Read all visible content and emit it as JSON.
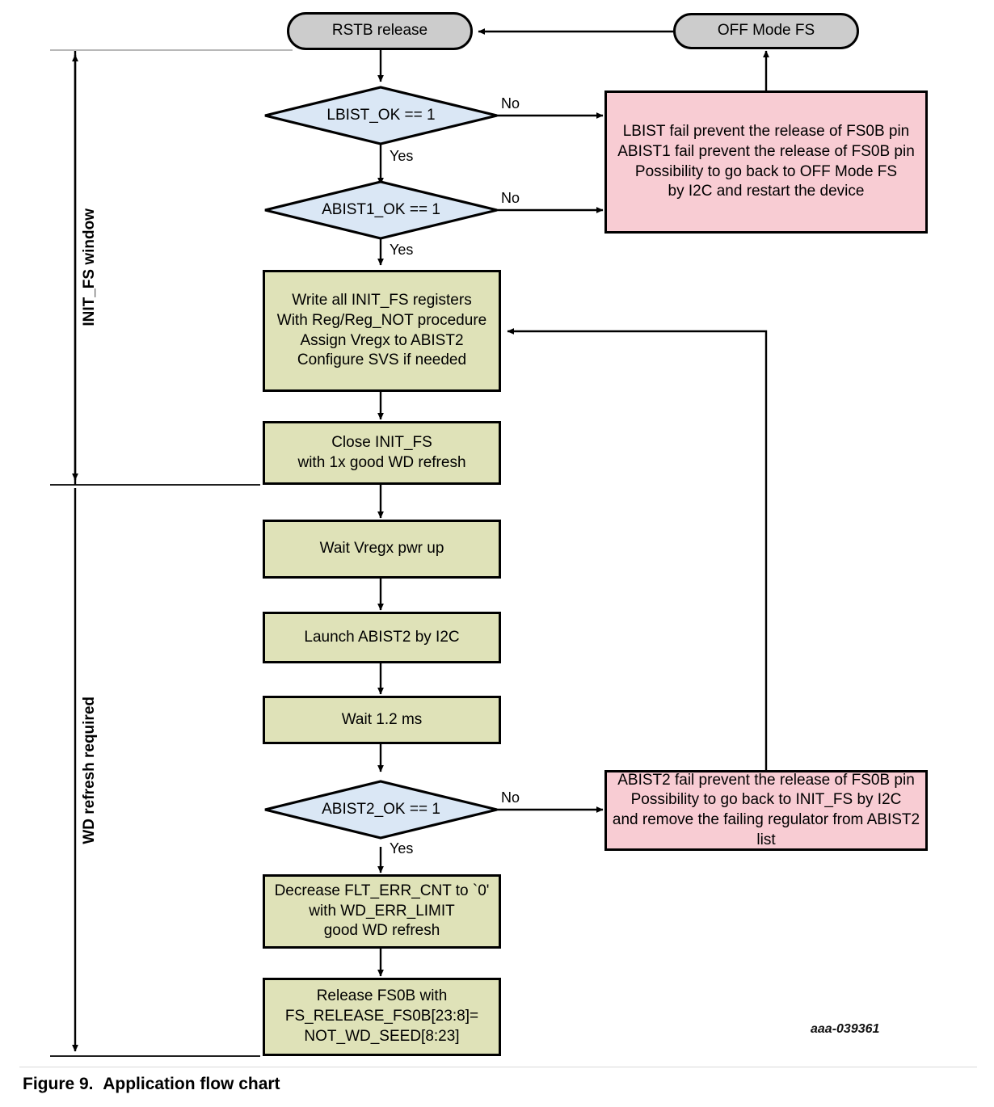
{
  "figure": {
    "id_tag": "aaa-039361",
    "caption_number": "Figure 9.",
    "caption_title": "Application flow chart"
  },
  "side_labels": {
    "init_fs_window": "INIT_FS window",
    "wd_refresh_required": "WD refresh required"
  },
  "terminators": {
    "start": "RSTB release",
    "off_mode": "OFF Mode FS"
  },
  "decisions": {
    "lbist": "LBIST_OK == 1",
    "abist1": "ABIST1_OK == 1",
    "abist2": "ABIST2_OK == 1"
  },
  "edge_labels": {
    "no": "No",
    "yes": "Yes"
  },
  "process": {
    "write_init_fs": "Write all INIT_FS registers\nWith Reg/Reg_NOT procedure\nAssign Vregx to ABIST2\nConfigure SVS if needed",
    "close_init_fs": "Close INIT_FS\nwith 1x good WD refresh",
    "wait_vregx": "Wait Vregx pwr up",
    "launch_abist2": "Launch ABIST2 by I2C",
    "wait_12ms": "Wait 1.2 ms",
    "decrease_flt": "Decrease FLT_ERR_CNT to `0'\nwith WD_ERR_LIMIT\ngood WD refresh",
    "release_fs0b": "Release FS0B with\nFS_RELEASE_FS0B[23:8]=\nNOT_WD_SEED[8:23]"
  },
  "errors": {
    "lbist_fail": "LBIST fail prevent the release of FS0B pin\nABIST1 fail prevent the release of FS0B pin\nPossibility to go back to OFF Mode FS\nby I2C and restart the device",
    "abist2_fail": "ABIST2 fail prevent the release of FS0B pin\nPossibility to go back to INIT_FS by I2C\nand remove the failing regulator from ABIST2 list"
  },
  "colors": {
    "terminator_fill": "#cccccc",
    "decision_fill": "#dae7f5",
    "process_fill": "#dfe2b8",
    "error_fill": "#f8ccd3",
    "stroke": "#000000"
  }
}
